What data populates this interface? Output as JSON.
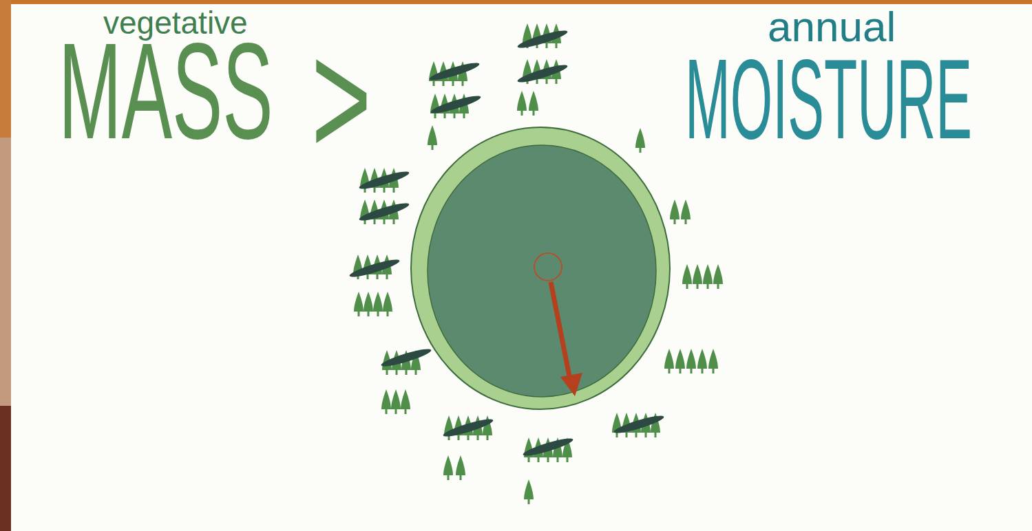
{
  "diagram": {
    "labels": [
      "vegetative",
      "MASS",
      ">",
      "annual",
      "MOISTURE"
    ]
  }
}
